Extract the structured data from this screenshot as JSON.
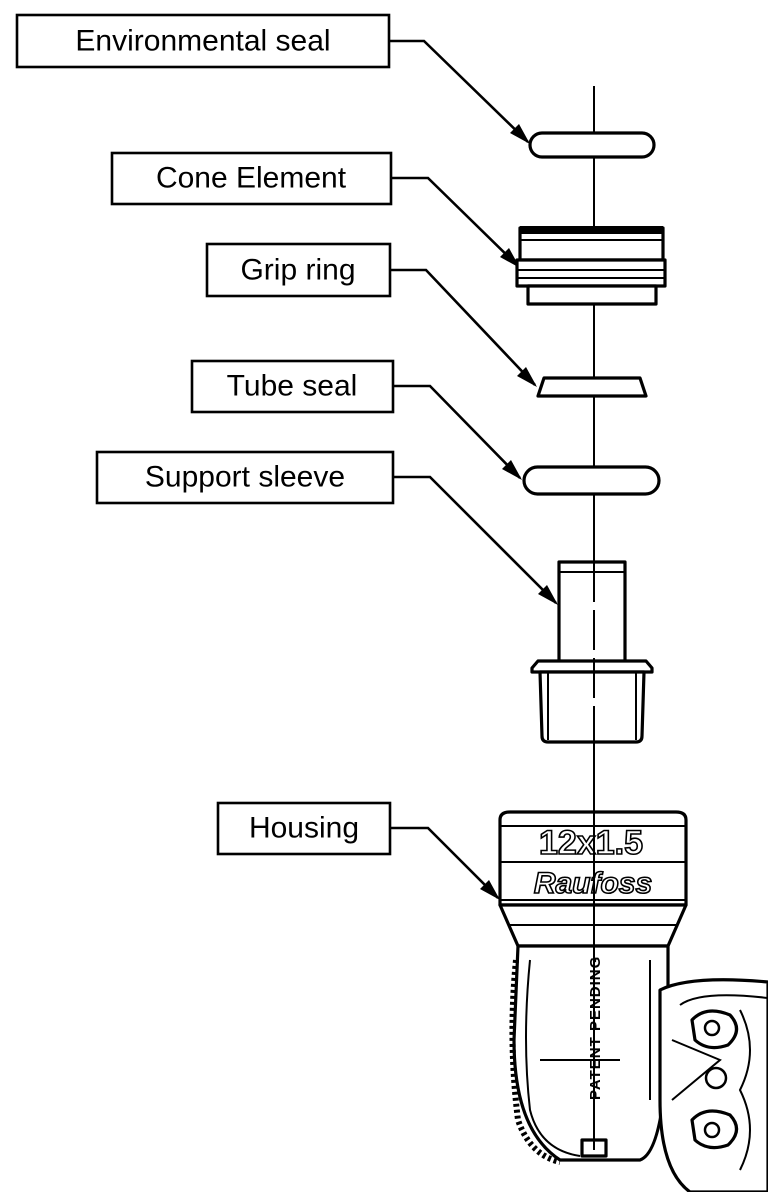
{
  "labels": {
    "environmental_seal": "Environmental seal",
    "cone_element": "Cone Element",
    "grip_ring": "Grip ring",
    "tube_seal": "Tube seal",
    "support_sleeve": "Support sleeve",
    "housing": "Housing"
  },
  "housing_markings": {
    "size": "12x1.5",
    "brand": "Raufoss",
    "patent": "PATENT PENDING"
  }
}
